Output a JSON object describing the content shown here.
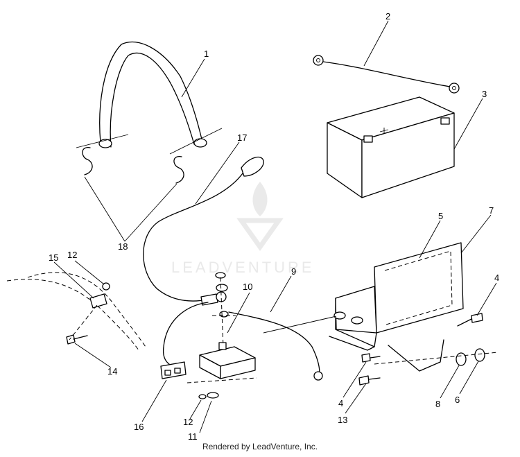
{
  "watermark": {
    "brand": "LEADVENTURE"
  },
  "callouts": [
    {
      "id": "c1",
      "text": "1"
    },
    {
      "id": "c2",
      "text": "2"
    },
    {
      "id": "c3",
      "text": "3"
    },
    {
      "id": "c4a",
      "text": "4"
    },
    {
      "id": "c4b",
      "text": "4"
    },
    {
      "id": "c5",
      "text": "5"
    },
    {
      "id": "c6",
      "text": "6"
    },
    {
      "id": "c7",
      "text": "7"
    },
    {
      "id": "c8",
      "text": "8"
    },
    {
      "id": "c9",
      "text": "9"
    },
    {
      "id": "c10",
      "text": "10"
    },
    {
      "id": "c11",
      "text": "11"
    },
    {
      "id": "c12a",
      "text": "12"
    },
    {
      "id": "c12b",
      "text": "12"
    },
    {
      "id": "c13",
      "text": "13"
    },
    {
      "id": "c14",
      "text": "14"
    },
    {
      "id": "c15",
      "text": "15"
    },
    {
      "id": "c16",
      "text": "16"
    },
    {
      "id": "c17",
      "text": "17"
    },
    {
      "id": "c18",
      "text": "18"
    }
  ],
  "footer": {
    "text": "Rendered by LeadVenture, Inc."
  }
}
